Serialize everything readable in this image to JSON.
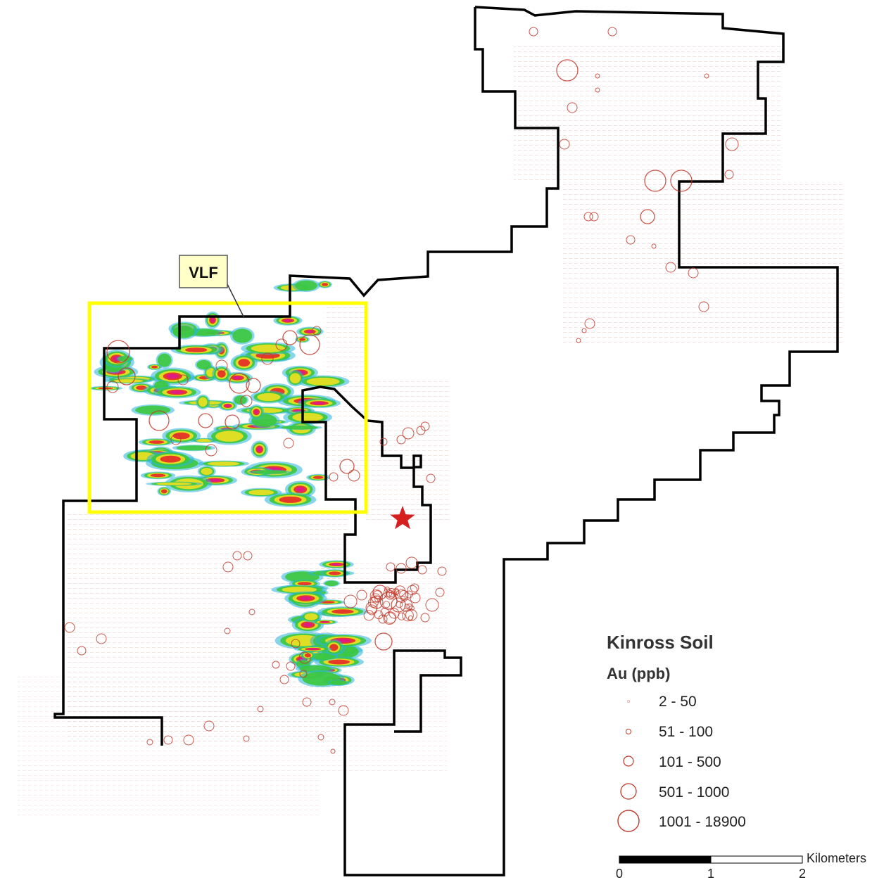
{
  "legend": {
    "title": "Kinross Soil",
    "subtitle": "Au (ppb)",
    "items": [
      {
        "label": "2 - 50"
      },
      {
        "label": "51 - 100"
      },
      {
        "label": "101 - 500"
      },
      {
        "label": "501 - 1000"
      },
      {
        "label": "1001 - 18900"
      }
    ]
  },
  "scale_bar": {
    "unit": "Kilometers",
    "ticks": [
      "0",
      "1",
      "2"
    ]
  },
  "callout": {
    "label": "VLF"
  },
  "colors": {
    "boundary": "#000000",
    "sample_circle": "#c0392b",
    "highlight_box": "#ffff00",
    "callout_fill": "#ffffc8",
    "star": "#d62020",
    "vlf_high": "#e0198c",
    "vlf_mid": "#e62828",
    "vlf_low1": "#f0e020",
    "vlf_low2": "#3cc83c",
    "vlf_low3": "#28b4dc"
  },
  "symbols": {
    "mine_location": "star-icon"
  }
}
